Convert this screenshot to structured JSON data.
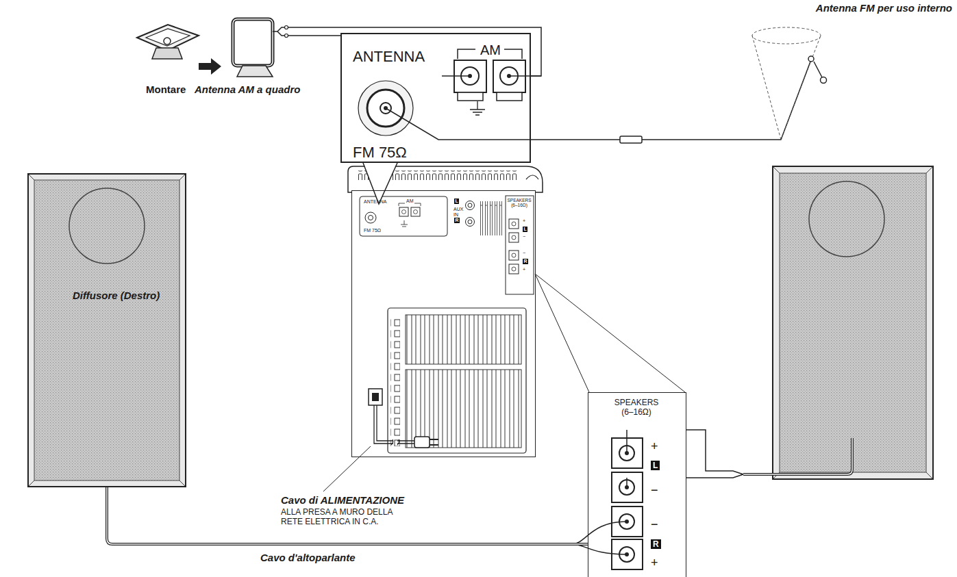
{
  "diagram": {
    "nodes": [
      {
        "text": [
          "ANTENNA",
          "AM",
          "FM 75Ω"
        ]
      },
      {
        "text": [
          "Diffusore (Destro)"
        ]
      },
      {
        "text": [
          "ANTENNA",
          "AM",
          "FM 75Ω",
          "L",
          "AUX IN",
          "R",
          "SPEAKERS (6–16Ω)",
          "+",
          "L",
          "−",
          "−",
          "R",
          "+"
        ]
      },
      {
        "text": [
          "SPEAKERS (6–16Ω)",
          "+",
          "L",
          "−",
          "−",
          "R",
          "+"
        ]
      }
    ],
    "edges": [
      {
        "from": 1,
        "to": 3,
        "arrow": "none",
        "label": "Cavo d'altoparlante"
      }
    ],
    "labels": [
      "Montare",
      "Antenna AM a quadro",
      "Antenna FM per uso interno",
      "Cavo di ALIMENTAZIONE",
      "ALLA PRESA A MURO DELLA RETE ELETTRICA IN C.A."
    ]
  }
}
